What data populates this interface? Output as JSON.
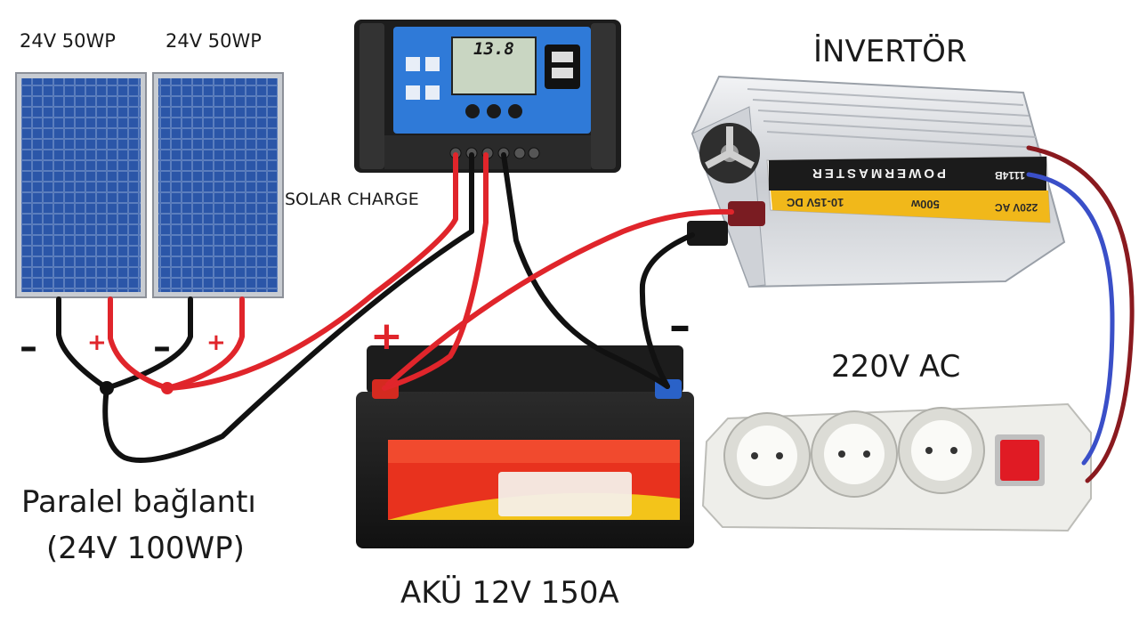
{
  "panels": [
    {
      "label": "24V 50WP"
    },
    {
      "label": "24V 50WP"
    }
  ],
  "parallel": {
    "line1": "Paralel bağlantı",
    "line2": "(24V 100WP)"
  },
  "controller": {
    "label": "SOLAR CHARGE",
    "screen_value": "13.8"
  },
  "inverter": {
    "label": "İNVERTÖR",
    "brand": "POWERMASTER",
    "model": "1114B",
    "input_rating": "10-15V DC",
    "power_rating": "500w",
    "output_rating": "220V AC"
  },
  "ac_output": {
    "label": "220V AC"
  },
  "battery": {
    "label": "AKÜ 12V 150A"
  },
  "signs": {
    "panel1_neg": "–",
    "panel1_pos": "+",
    "panel2_neg": "–",
    "panel2_pos": "+",
    "battery_pos": "+",
    "battery_neg": "–"
  },
  "colors": {
    "positive_wire": "#e0252b",
    "negative_wire": "#111111",
    "ac_live": "#8a1a1f",
    "ac_neutral": "#3a4fc8",
    "panel_cell": "#1d3f86",
    "controller_face": "#2f7ad8",
    "battery_red": "#e8321e"
  }
}
